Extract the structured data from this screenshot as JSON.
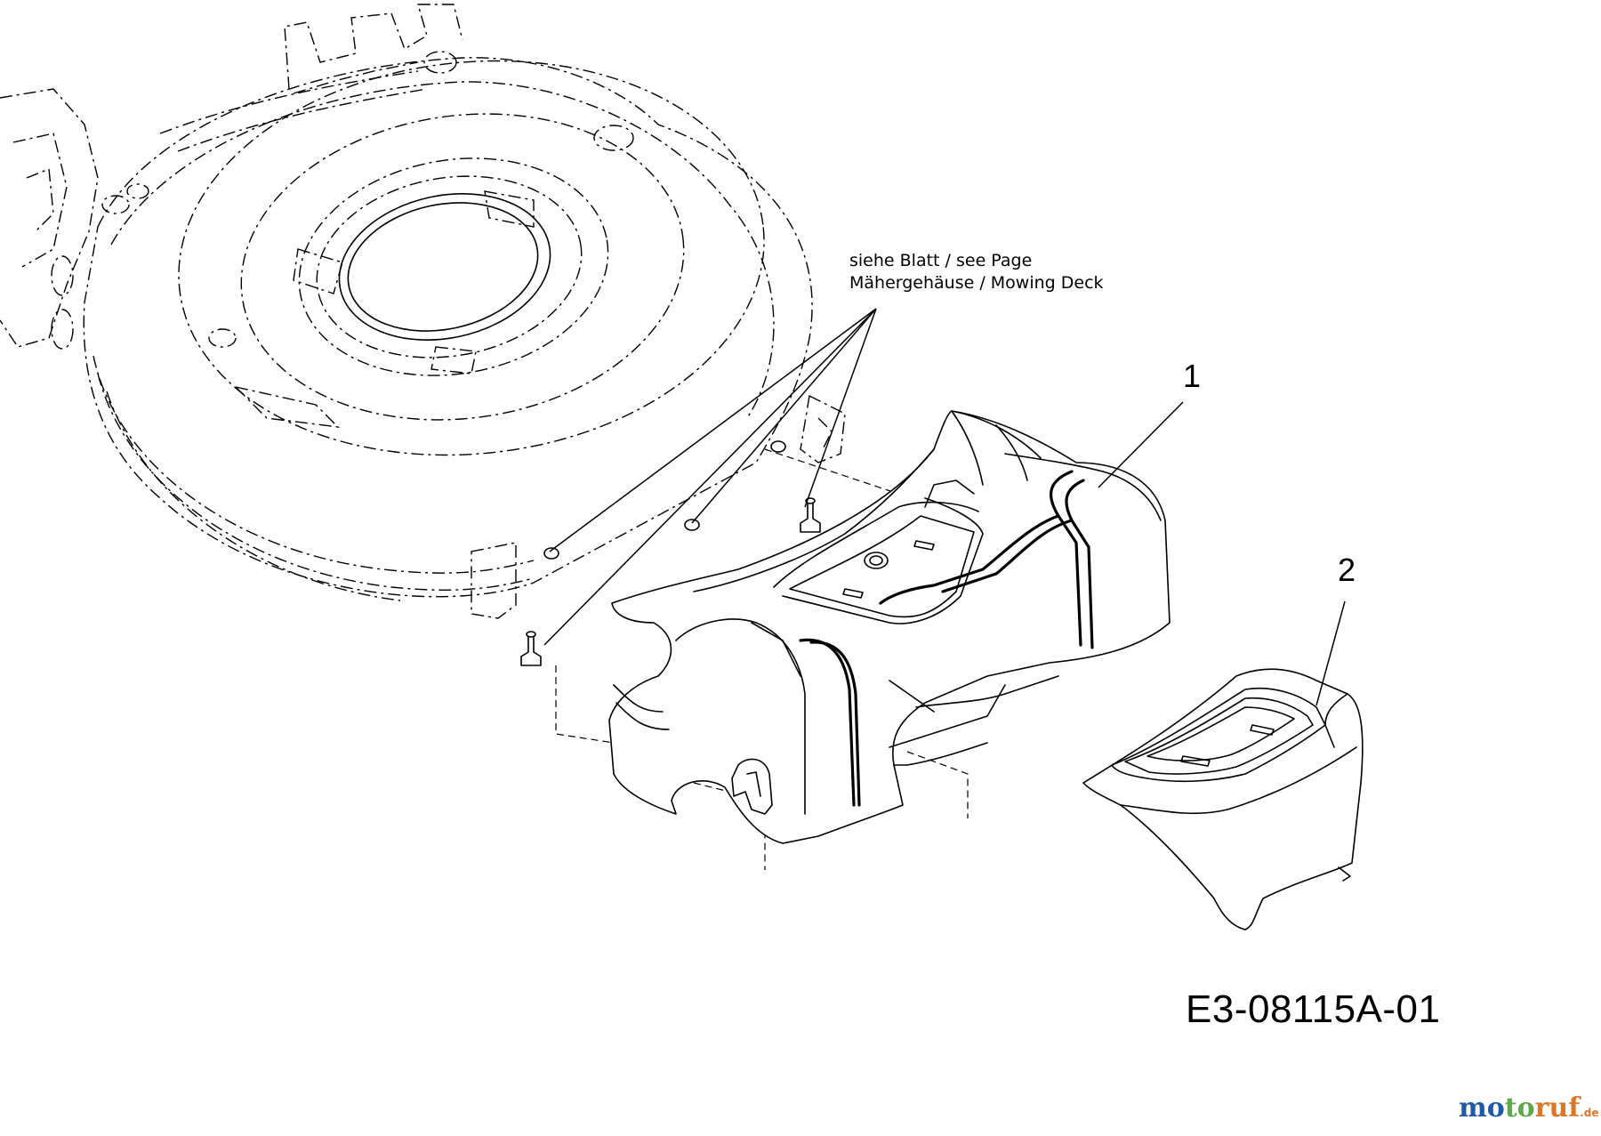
{
  "reference_note": {
    "line1": "siehe Blatt / see Page",
    "line2": "Mähergehäuse / Mowing Deck"
  },
  "callouts": [
    {
      "label": "1",
      "part": "rear-discharge-cover"
    },
    {
      "label": "2",
      "part": "mulching-plug-cover"
    }
  ],
  "drawing_number": "E3-08115A-01",
  "watermark": {
    "part1": "mo",
    "part2": "to",
    "part3": "ruf",
    "suffix": ".de",
    "colors": {
      "mo": "#1e5aa8",
      "to": "#5fa84a",
      "ruf": "#d9772b"
    }
  }
}
